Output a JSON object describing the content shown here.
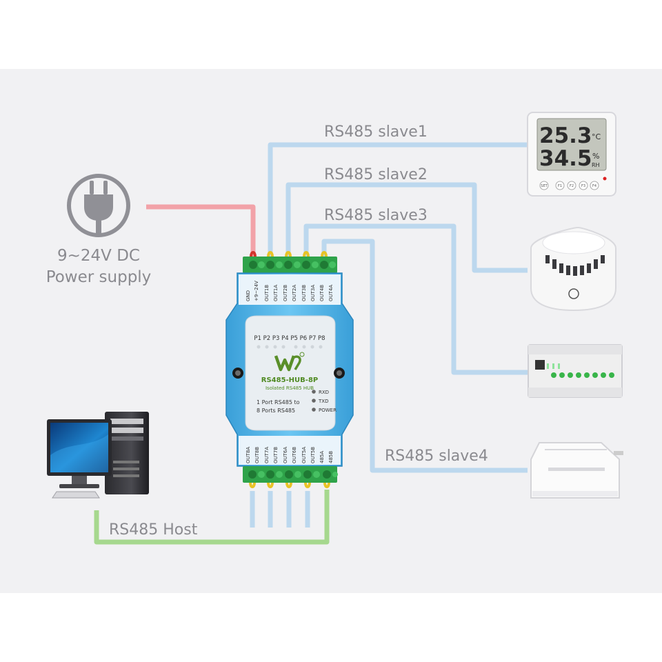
{
  "labels": {
    "slave1": "RS485 slave1",
    "slave2": "RS485 slave2",
    "slave3": "RS485 slave3",
    "slave4": "RS485 slave4",
    "host": "RS485 Host",
    "power_line1": "9~24V DC",
    "power_line2": "Power supply"
  },
  "device": {
    "model": "RS485-HUB-8P",
    "subtitle": "Isolated RS485 HUB",
    "desc_line1": "1 Port RS485 to",
    "desc_line2": "8 Ports RS485",
    "ports": "P1 P2 P3 P4 P5 P6 P7 P8",
    "led_rxd": "RXD",
    "led_txd": "TXD",
    "led_power": "POWER",
    "top_terminals": [
      "GND",
      "+9~24V",
      "OUT1B",
      "OUT1A",
      "OUT2B",
      "OUT2A",
      "OUT3B",
      "OUT3A",
      "OUT4B",
      "OUT4A"
    ],
    "bottom_terminals": [
      "OUT8A",
      "OUT8B",
      "OUT7A",
      "OUT7B",
      "OUT6A",
      "OUT6B",
      "OUT5A",
      "OUT5B",
      "485A",
      "485B"
    ]
  },
  "thermometer": {
    "temp": "25.3",
    "temp_unit": "°C",
    "hum": "34.5",
    "hum_unit": "%",
    "hum_label": "RH",
    "buttons": [
      "SET",
      "F1",
      "F2",
      "F3",
      "F4"
    ]
  },
  "colors": {
    "panel": "#f1f1f3",
    "wire_blue": "#bcd8ee",
    "wire_red": "#f2a2a8",
    "wire_green": "#a6d88e",
    "label_text": "#8a8a8f",
    "device_blue": "#5ab9ec",
    "terminal_green": "#2fa34a"
  }
}
